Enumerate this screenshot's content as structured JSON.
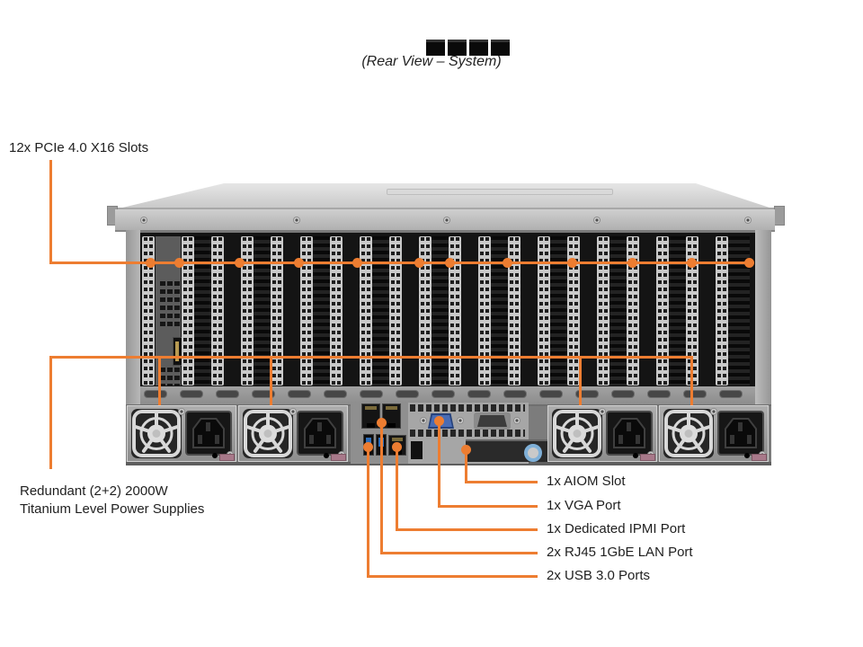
{
  "title": "(Rear View – System)",
  "colors": {
    "accent": "#ED7D31"
  },
  "chassis": {
    "pcie_bracket_count": 20,
    "psu_count": 4
  },
  "callouts": {
    "pcie_slots": {
      "label": "12x PCIe 4.0 X16 Slots",
      "count": 12
    },
    "power_supplies": {
      "label_lines": [
        "Redundant (2+2) 2000W",
        "Titanium Level Power Supplies"
      ],
      "count": 4
    },
    "rear_io": [
      {
        "label": "1x AIOM Slot"
      },
      {
        "label": "1x VGA Port"
      },
      {
        "label": "1x Dedicated IPMI Port"
      },
      {
        "label": "2x RJ45 1GbE LAN Port"
      },
      {
        "label": "2x USB 3.0 Ports"
      }
    ]
  }
}
